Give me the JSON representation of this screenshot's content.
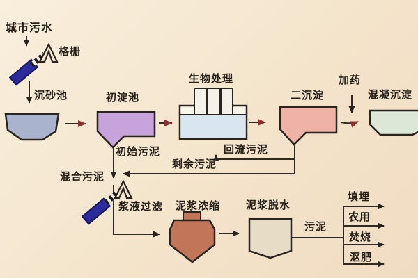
{
  "diagram": {
    "type": "process-flow",
    "subject": "urban wastewater treatment process flow diagram",
    "labels": {
      "city_sewage": "城市污水",
      "bar_screen": "格栅",
      "grit_chamber": "沉砂池",
      "primary_sedimentation": "初淀池",
      "biological_treatment": "生物处理",
      "secondary_sedimentation": "二沉淀",
      "dosing": "加药",
      "coagulation_sedimentation": "混凝沉淀",
      "initial_sludge": "初始污泥",
      "return_sludge": "回流污泥",
      "excess_sludge": "剩余污泥",
      "mixed_sludge": "混合污泥",
      "slurry_filtration": "浆液过滤",
      "slurry_thickening": "泥浆浓缩",
      "slurry_dewatering": "泥浆脱水",
      "sludge": "污泥",
      "disposal_landfill": "填埋",
      "disposal_agricultural": "农用",
      "disposal_incineration": "焚烧",
      "disposal_composting": "沤肥"
    },
    "edges": [
      {
        "from": "城市污水",
        "to": "格栅"
      },
      {
        "from": "格栅",
        "to": "沉砂池"
      },
      {
        "from": "沉砂池",
        "to": "初淀池"
      },
      {
        "from": "初淀池",
        "to": "生物处理"
      },
      {
        "from": "生物处理",
        "to": "二沉淀"
      },
      {
        "from": "二沉淀",
        "to": "混凝沉淀",
        "via": "加药"
      },
      {
        "from": "二沉淀",
        "to": "生物处理",
        "label": "回流污泥"
      },
      {
        "from": "二沉淀",
        "to": "混合污泥",
        "label": "剩余污泥"
      },
      {
        "from": "初淀池",
        "to": "混合污泥",
        "label": "初始污泥"
      },
      {
        "from": "混合污泥",
        "to": "浆液过滤"
      },
      {
        "from": "浆液过滤",
        "to": "泥浆浓缩"
      },
      {
        "from": "泥浆浓缩",
        "to": "泥浆脱水"
      },
      {
        "from": "泥浆脱水",
        "to": "污泥"
      },
      {
        "from": "污泥",
        "to": "填埋"
      },
      {
        "from": "污泥",
        "to": "农用"
      },
      {
        "from": "污泥",
        "to": "焚烧"
      },
      {
        "from": "污泥",
        "to": "沤肥"
      }
    ],
    "colors": {
      "background": "#f4e4cb",
      "grit_chamber_fill": "#aab3cd",
      "primary_tank_fill": "#c6a3da",
      "bio_water_fill": "#d9e6ef",
      "bio_cell_fill": "#f4f1e9",
      "bio_top_fill": "#faf6ec",
      "secondary_tank_fill": "#eeb2a6",
      "coagulation_tank_fill": "#dde7d7",
      "thickener_fill": "#c1765a",
      "dewatering_fill": "#e7ddc6",
      "screen_device_fill": "#2b2b9b",
      "outline": "#29241f",
      "flow_arrow": "#8c3030"
    }
  }
}
